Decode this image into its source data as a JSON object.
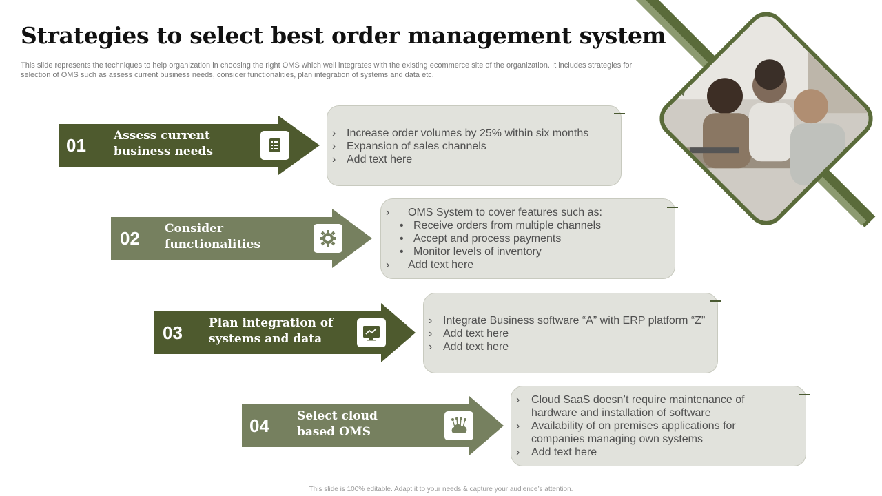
{
  "title": "Strategies to select best order management system",
  "subtitle": "This slide represents the techniques to help organization in choosing the right OMS  which well integrates with the existing ecommerce site of the organization. It includes strategies for selection of OMS  such as assess current business needs, consider functionalities, plan integration of systems and data etc.",
  "footer": "This slide is 100% editable. Adapt it to your needs & capture your audience’s attention.",
  "colors": {
    "dark_olive": "#4e5a2e",
    "sage": "#76805f",
    "card_bg": "#e1e2dc"
  },
  "steps": [
    {
      "number": "01",
      "label": "Assess current\nbusiness needs",
      "icon": "checklist-icon",
      "points": [
        {
          "marker": "›",
          "text": "Increase order volumes by 25% within six months"
        },
        {
          "marker": "›",
          "text": "Expansion of sales channels"
        },
        {
          "marker": "›",
          "text": "Add text here"
        }
      ]
    },
    {
      "number": "02",
      "label": "Consider\nfunctionalities",
      "icon": "gear-icon",
      "points": [
        {
          "marker": "›",
          "text": "OMS System to cover features such as:"
        },
        {
          "marker": "•",
          "text": "Receive orders from multiple channels"
        },
        {
          "marker": "•",
          "text": "Accept and process payments"
        },
        {
          "marker": "•",
          "text": "Monitor levels of inventory"
        },
        {
          "marker": "›",
          "text": "Add text here"
        }
      ]
    },
    {
      "number": "03",
      "label": "Plan integration of\nsystems and data",
      "icon": "chart-monitor-icon",
      "points": [
        {
          "marker": "›",
          "text": "Integrate Business software “A” with ERP platform “Z”"
        },
        {
          "marker": "›",
          "text": "Add text here"
        },
        {
          "marker": "›",
          "text": "Add text here"
        }
      ]
    },
    {
      "number": "04",
      "label": "Select cloud\nbased OMS",
      "icon": "cloud-network-icon",
      "points": [
        {
          "marker": "›",
          "text": "Cloud SaaS doesn’t require maintenance of"
        },
        {
          "marker": "",
          "text": "hardware and installation of software"
        },
        {
          "marker": "›",
          "text": "Availability of on premises applications for"
        },
        {
          "marker": "",
          "text": "companies managing own systems"
        },
        {
          "marker": "›",
          "text": "Add text here"
        }
      ]
    }
  ],
  "photo": {
    "description_icon": "team-meeting-photo"
  }
}
